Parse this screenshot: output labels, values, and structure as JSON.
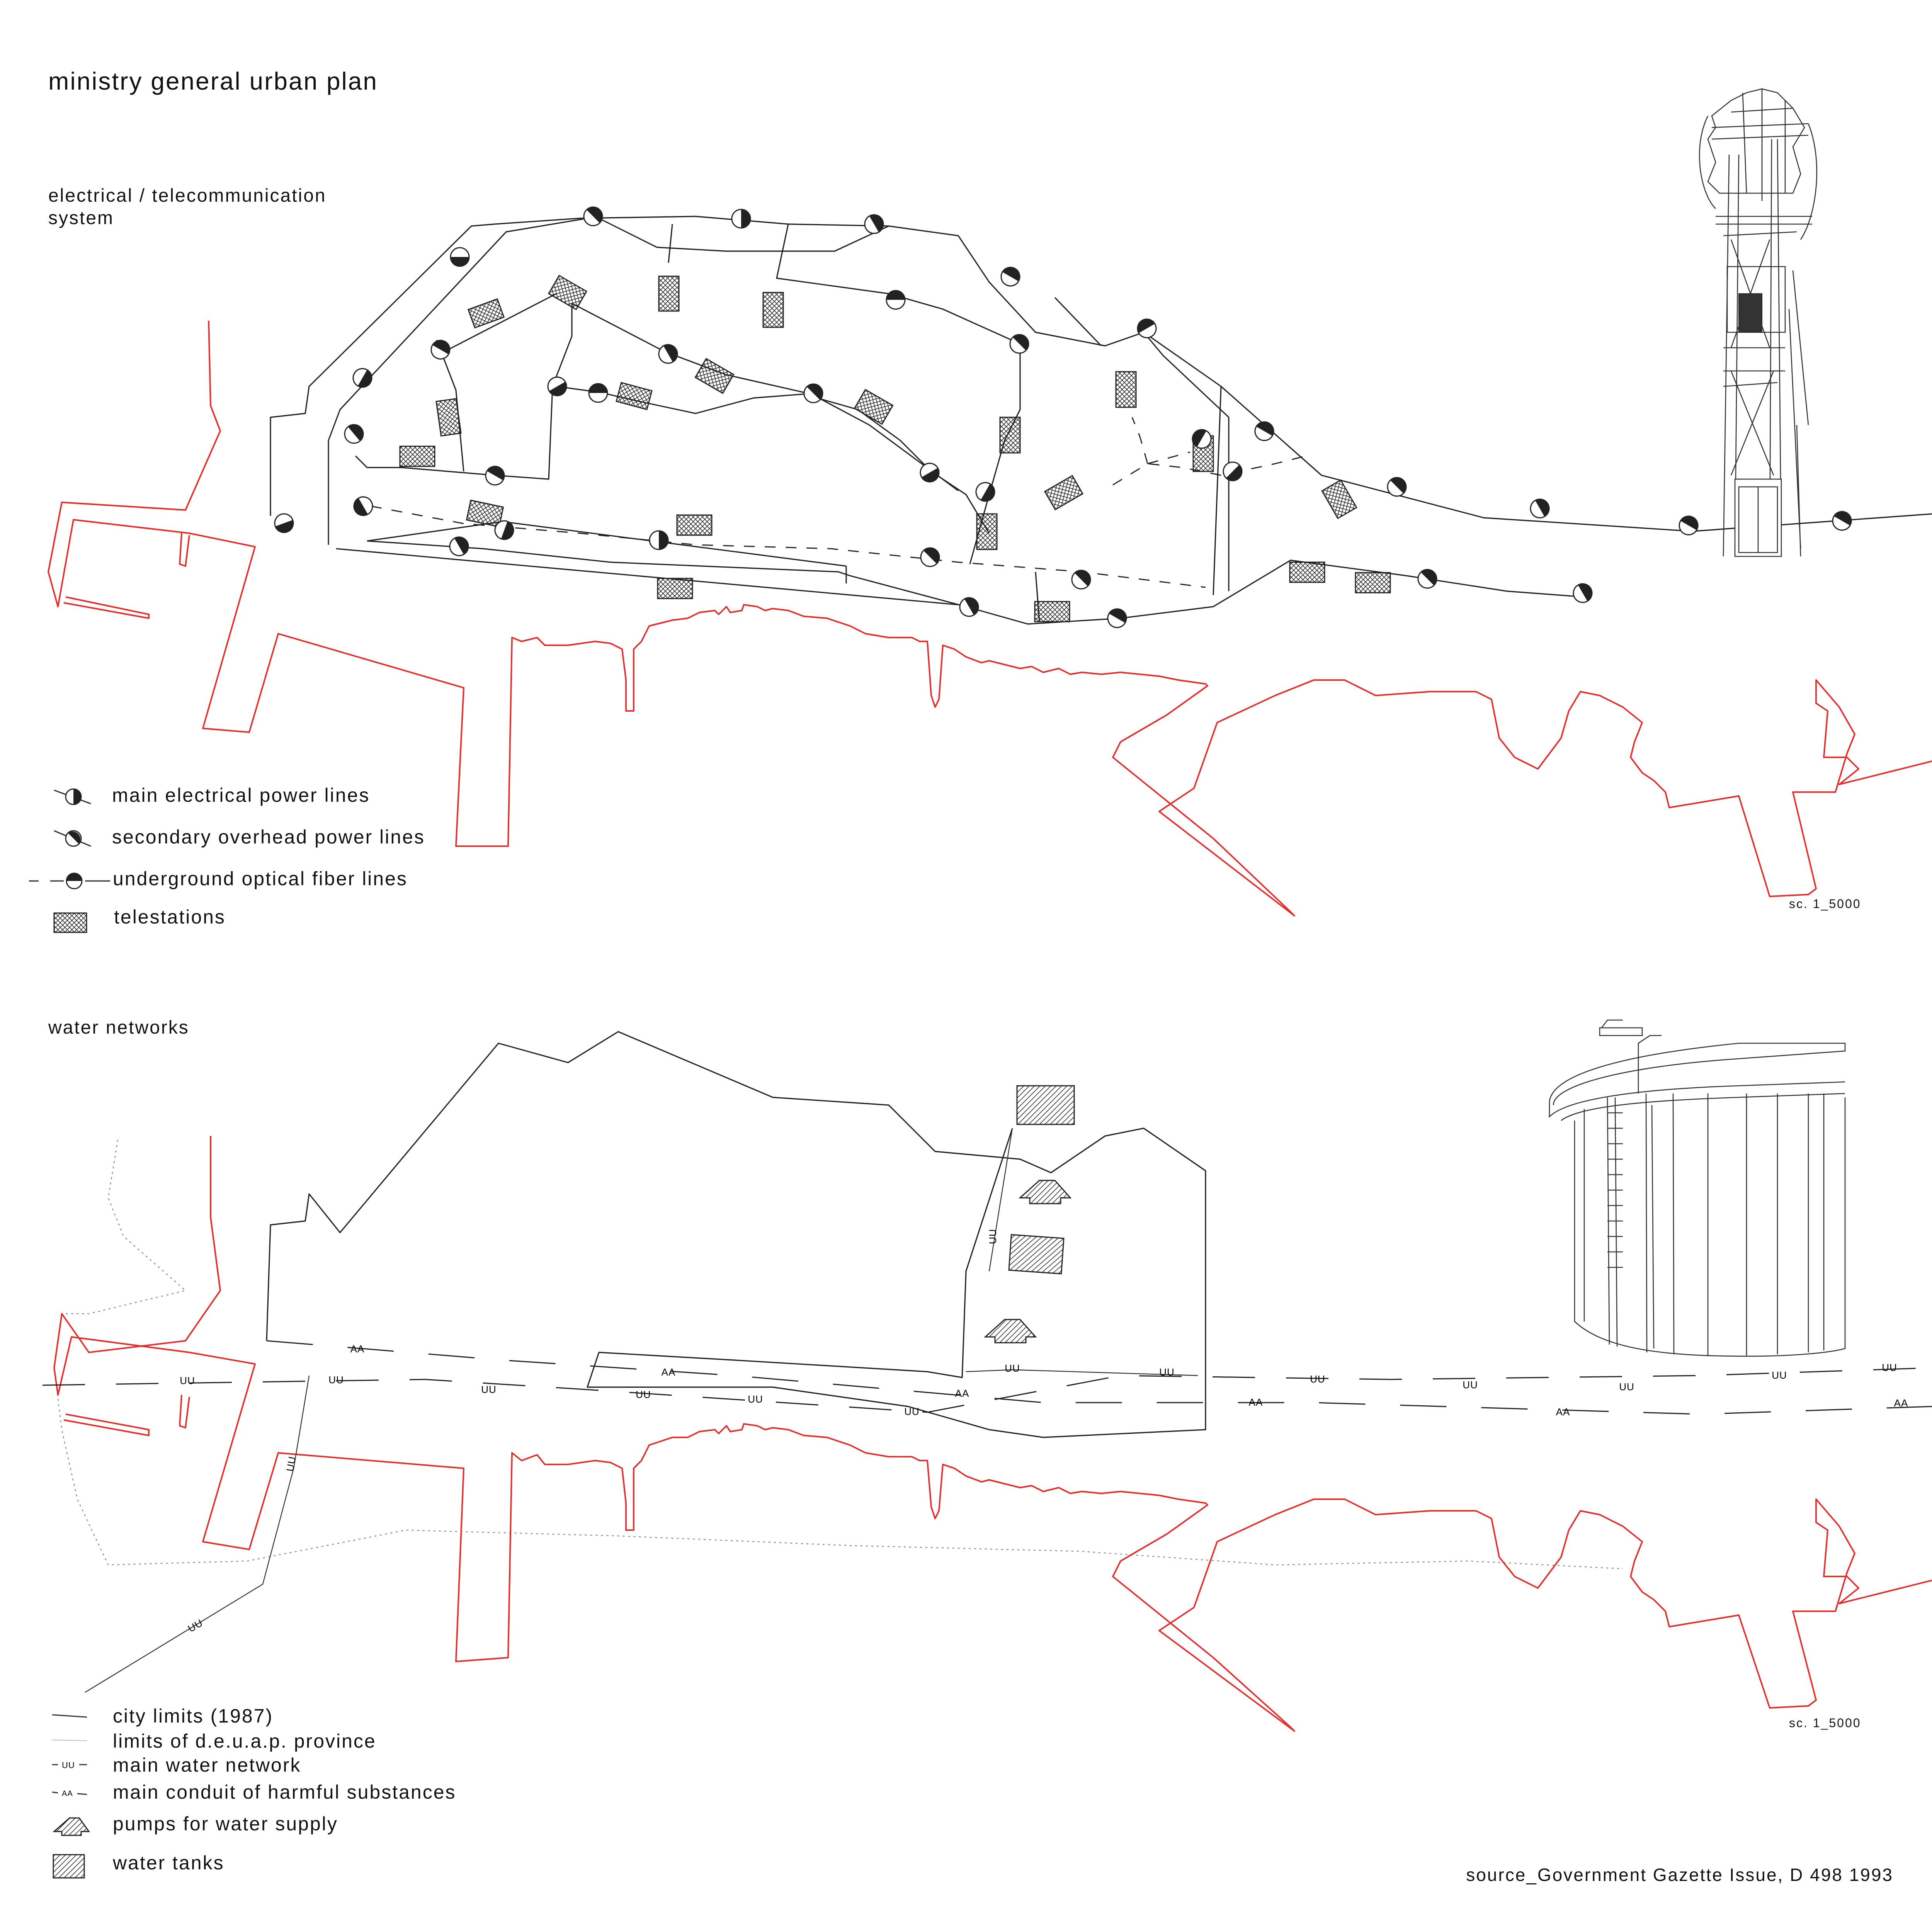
{
  "title": "ministry general urban plan",
  "sections": {
    "electrical": {
      "heading_line1": "electrical / telecommunication",
      "heading_line2": "system",
      "scale": "sc. 1_5000",
      "legend": [
        {
          "key": "main_power",
          "label": "main electrical power lines",
          "icon": "main-power-line-icon"
        },
        {
          "key": "secondary_power",
          "label": "secondary overhead power lines",
          "icon": "secondary-power-line-icon"
        },
        {
          "key": "fiber",
          "label": "underground optical fiber lines",
          "icon": "fiber-line-icon"
        },
        {
          "key": "telestation",
          "label": "telestations",
          "icon": "telestation-icon"
        }
      ]
    },
    "water": {
      "heading": "water networks",
      "scale": "sc. 1_5000",
      "legend": [
        {
          "key": "city_limits",
          "label": "city limits (1987)",
          "icon": "city-limits-line-icon"
        },
        {
          "key": "province_limits",
          "label": "limits of d.e.u.a.p. province",
          "icon": "province-limits-line-icon"
        },
        {
          "key": "main_water",
          "label": "main water network",
          "icon": "water-network-line-icon"
        },
        {
          "key": "harmful_conduit",
          "label": "main conduit of harmful substances",
          "icon": "harmful-conduit-line-icon"
        },
        {
          "key": "pumps",
          "label": "pumps for water supply",
          "icon": "pump-icon"
        },
        {
          "key": "tanks",
          "label": "water tanks",
          "icon": "water-tank-icon"
        }
      ],
      "line_codes": {
        "water": "UU",
        "harmful": "AA"
      }
    }
  },
  "source": "source_Government Gazette Issue, D 498 1993",
  "colors": {
    "coastline": "#e0302f",
    "lines": "#222222",
    "background": "#ffffff"
  }
}
